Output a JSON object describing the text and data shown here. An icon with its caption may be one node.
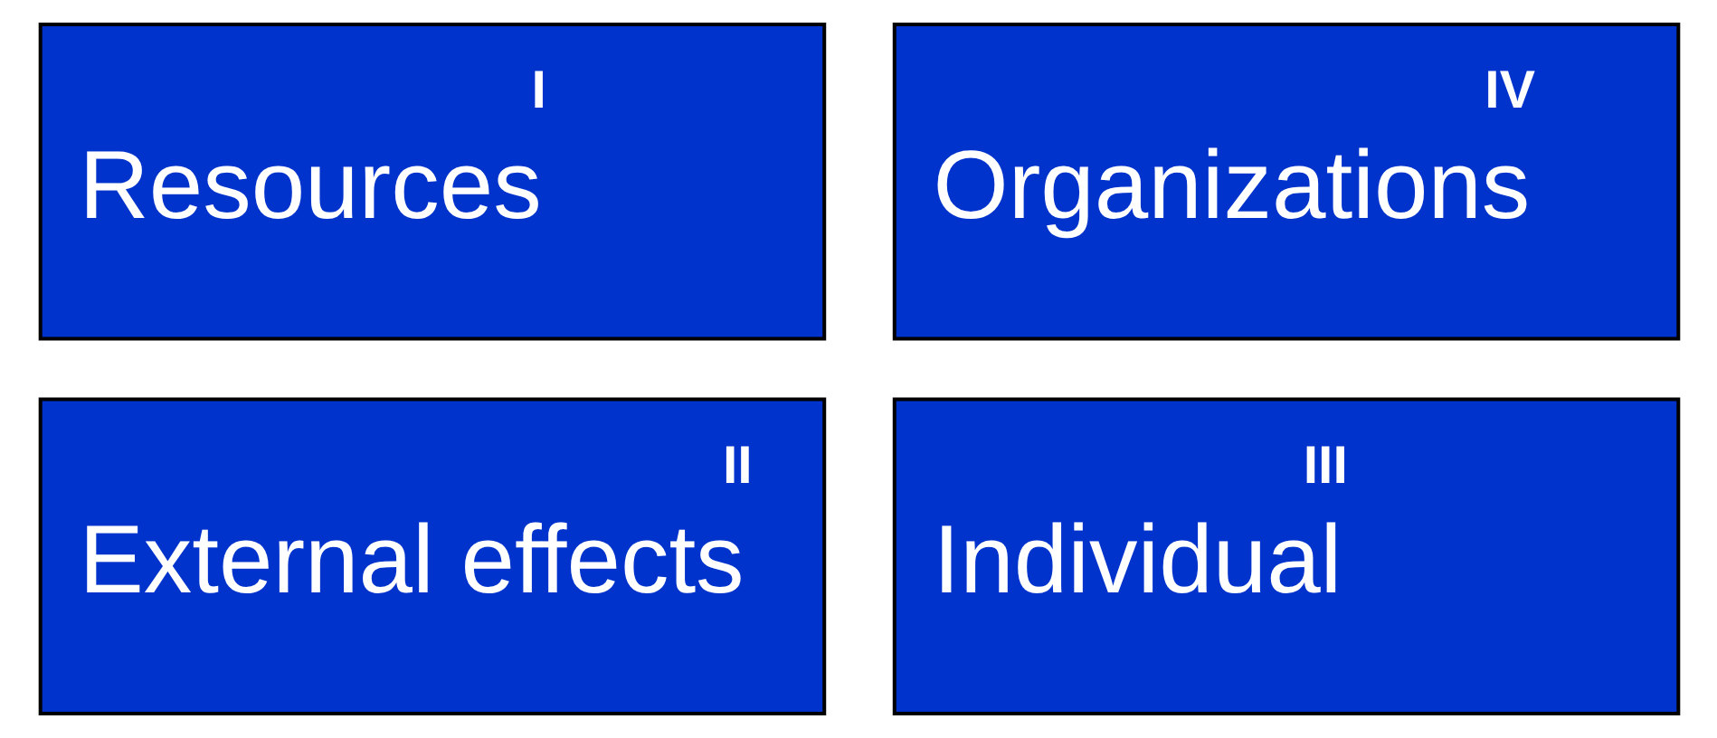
{
  "diagram": {
    "nodes": [
      {
        "text": [
          "I",
          "Resources"
        ]
      },
      {
        "text": [
          "IV",
          "Organizations"
        ]
      },
      {
        "text": [
          "II",
          "External effects"
        ]
      },
      {
        "text": [
          "III",
          "Individual"
        ]
      }
    ]
  }
}
